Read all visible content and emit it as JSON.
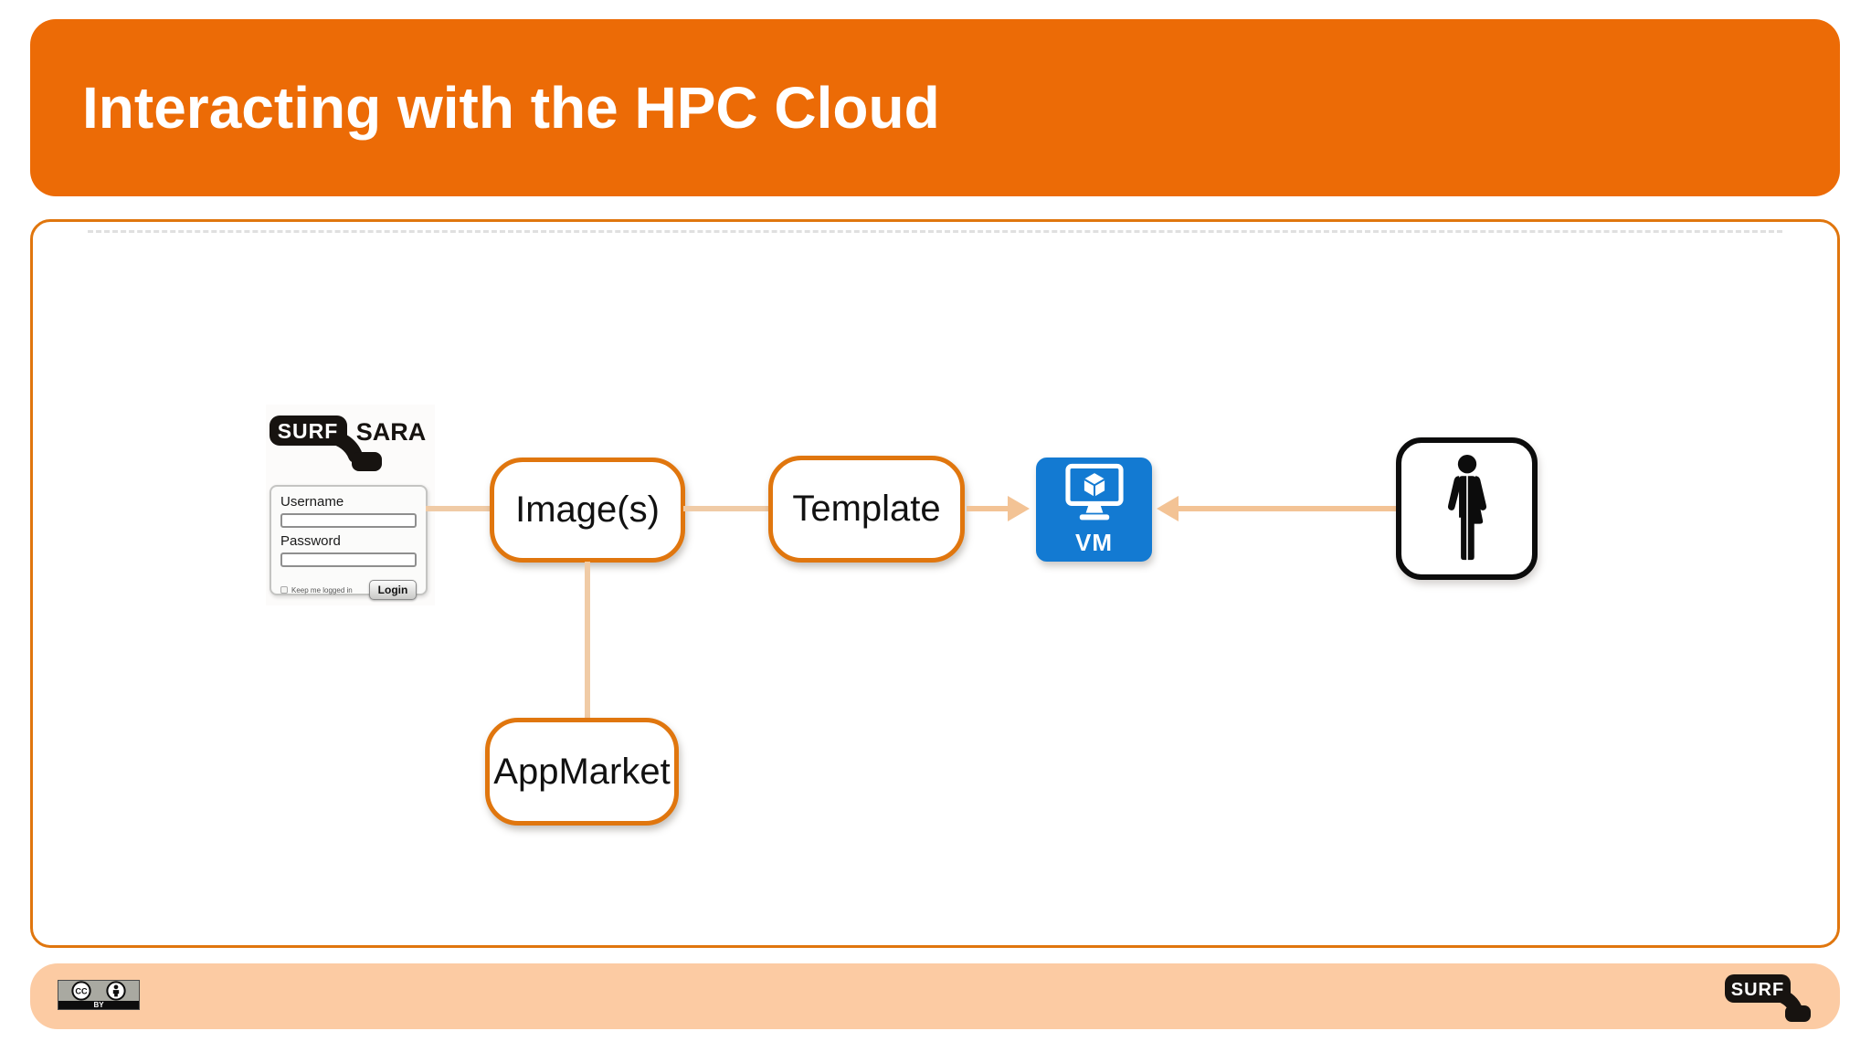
{
  "title": "Interacting with the HPC Cloud",
  "login_screenshot": {
    "brand_primary": "SURF",
    "brand_secondary": "SARA",
    "username_label": "Username",
    "password_label": "Password",
    "remember_label": "Keep me logged in",
    "login_button_label": "Login"
  },
  "diagram": {
    "nodes": [
      {
        "id": "images",
        "label": "Image(s)"
      },
      {
        "id": "template",
        "label": "Template"
      },
      {
        "id": "appmarket",
        "label": "AppMarket"
      }
    ],
    "vm_label": "VM",
    "user_icon": "all-gender-person-icon"
  },
  "footer": {
    "cc_label": "CC",
    "by_label": "BY",
    "surf_label": "SURF"
  },
  "colors": {
    "header_orange": "#EC6B06",
    "box_border_orange": "#E0760E",
    "connector_tan": "#F0CBA6",
    "arrow_peach": "#F3C395",
    "footer_peach": "#FCCBA3",
    "vm_blue": "#137AD2"
  }
}
